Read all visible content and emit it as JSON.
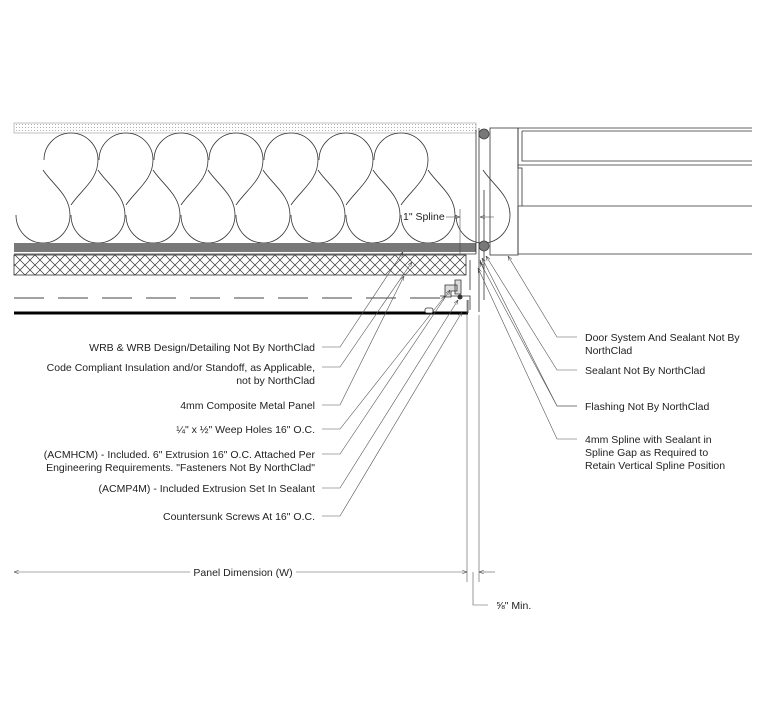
{
  "drawing": {
    "spline_dim": "1\" Spline",
    "panel_dim": "Panel Dimension (W)",
    "min_dim": "⅝\" Min."
  },
  "left_labels": [
    {
      "lines": [
        "WRB & WRB Design/Detailing Not By NorthClad"
      ]
    },
    {
      "lines": [
        "Code Compliant Insulation and/or Standoff, as Applicable,",
        "not by NorthClad"
      ]
    },
    {
      "lines": [
        "4mm Composite Metal Panel"
      ]
    },
    {
      "lines": [
        "¼\" x ½\" Weep Holes 16\" O.C."
      ]
    },
    {
      "lines": [
        "(ACMHCM) - Included. 6\" Extrusion 16\" O.C. Attached Per",
        "Engineering Requirements. \"Fasteners Not By NorthClad\""
      ]
    },
    {
      "lines": [
        "(ACMP4M) - Included Extrusion Set In Sealant"
      ]
    },
    {
      "lines": [
        "Countersunk Screws At 16\" O.C."
      ]
    }
  ],
  "right_labels": [
    {
      "lines": [
        "Door System And Sealant Not By",
        "NorthClad"
      ]
    },
    {
      "lines": [
        "Sealant Not By NorthClad"
      ]
    },
    {
      "lines": [
        "Flashing Not By NorthClad"
      ]
    },
    {
      "lines": [
        "4mm Spline with Sealant in",
        "Spline Gap as Required to",
        "Retain Vertical Spline Position"
      ]
    }
  ]
}
